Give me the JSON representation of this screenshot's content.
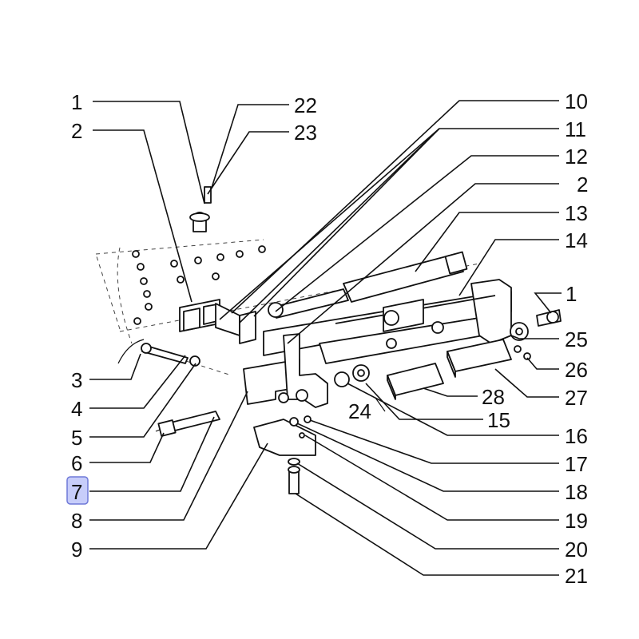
{
  "diagram": {
    "highlighted_callout": "7",
    "highlight_color": "#c7cdfa",
    "highlight_border": "#6f79d8",
    "line_color": "#111111",
    "callouts_left": [
      "1",
      "2",
      "3",
      "4",
      "5",
      "6",
      "7",
      "8",
      "9"
    ],
    "callouts_top": [
      "22",
      "23"
    ],
    "callouts_right": [
      "10",
      "11",
      "12",
      "2",
      "13",
      "14",
      "1",
      "25",
      "26",
      "27",
      "28",
      "15",
      "16",
      "17",
      "18",
      "19",
      "20",
      "21"
    ],
    "callouts_inner": [
      "24"
    ]
  }
}
